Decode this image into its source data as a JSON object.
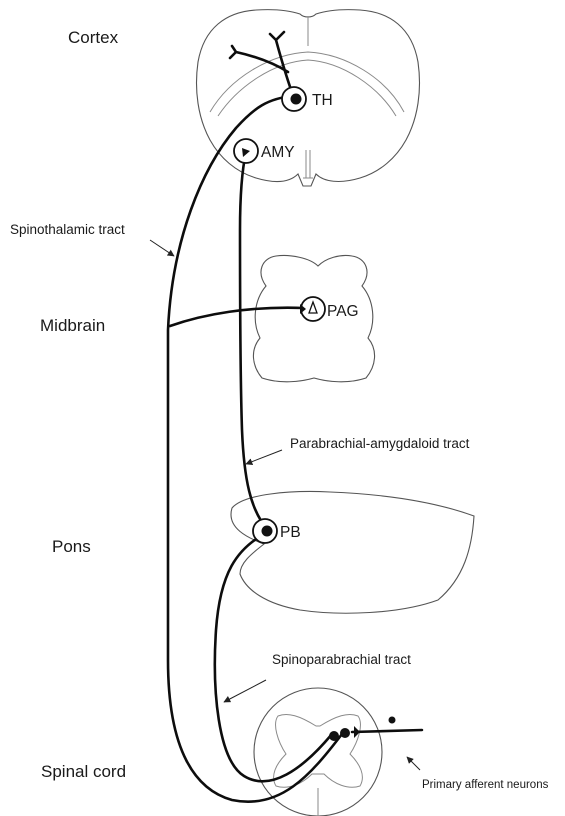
{
  "levels": {
    "cortex": "Cortex",
    "midbrain": "Midbrain",
    "pons": "Pons",
    "spinal_cord": "Spinal cord"
  },
  "nuclei": {
    "th": "TH",
    "amy": "AMY",
    "pag": "PAG",
    "pb": "PB"
  },
  "tracts": {
    "spinothalamic": "Spinothalamic tract",
    "parabrachial_amygdaloid": "Parabrachial-amygdaloid tract",
    "spinoparabrachial": "Spinoparabrachial tract",
    "primary_afferent": "Primary afferent neurons"
  }
}
